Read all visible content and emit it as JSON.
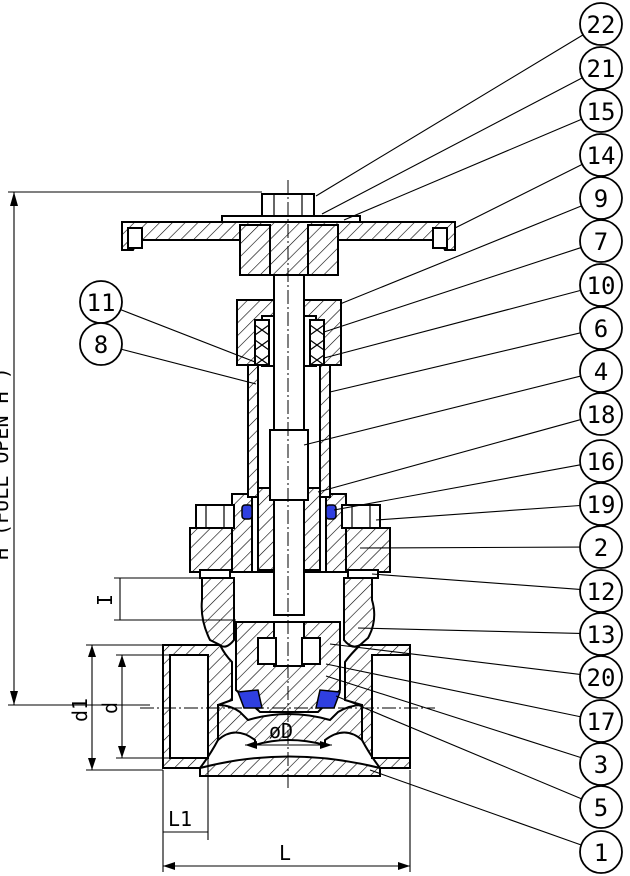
{
  "balloons": [
    {
      "id": "22",
      "label": "22"
    },
    {
      "id": "21",
      "label": "21"
    },
    {
      "id": "15",
      "label": "15"
    },
    {
      "id": "14",
      "label": "14"
    },
    {
      "id": "9",
      "label": "9"
    },
    {
      "id": "7",
      "label": "7"
    },
    {
      "id": "10",
      "label": "10"
    },
    {
      "id": "6",
      "label": "6"
    },
    {
      "id": "4",
      "label": "4"
    },
    {
      "id": "18",
      "label": "18"
    },
    {
      "id": "16",
      "label": "16"
    },
    {
      "id": "19",
      "label": "19"
    },
    {
      "id": "2",
      "label": "2"
    },
    {
      "id": "12",
      "label": "12"
    },
    {
      "id": "13",
      "label": "13"
    },
    {
      "id": "20",
      "label": "20"
    },
    {
      "id": "17",
      "label": "17"
    },
    {
      "id": "3",
      "label": "3"
    },
    {
      "id": "5",
      "label": "5"
    },
    {
      "id": "1",
      "label": "1"
    },
    {
      "id": "11",
      "label": "11"
    },
    {
      "id": "8",
      "label": "8"
    }
  ],
  "dimensions": {
    "height_label": "H (FULL OPEN H )",
    "i_label": "I",
    "d1_label": "d1",
    "d_label": "d",
    "phiD_label": "øD",
    "l1_label": "L1",
    "l_label": "L"
  },
  "colors": {
    "line": "#000000",
    "seat_ring": "#2f3fe0",
    "background": "#ffffff"
  }
}
